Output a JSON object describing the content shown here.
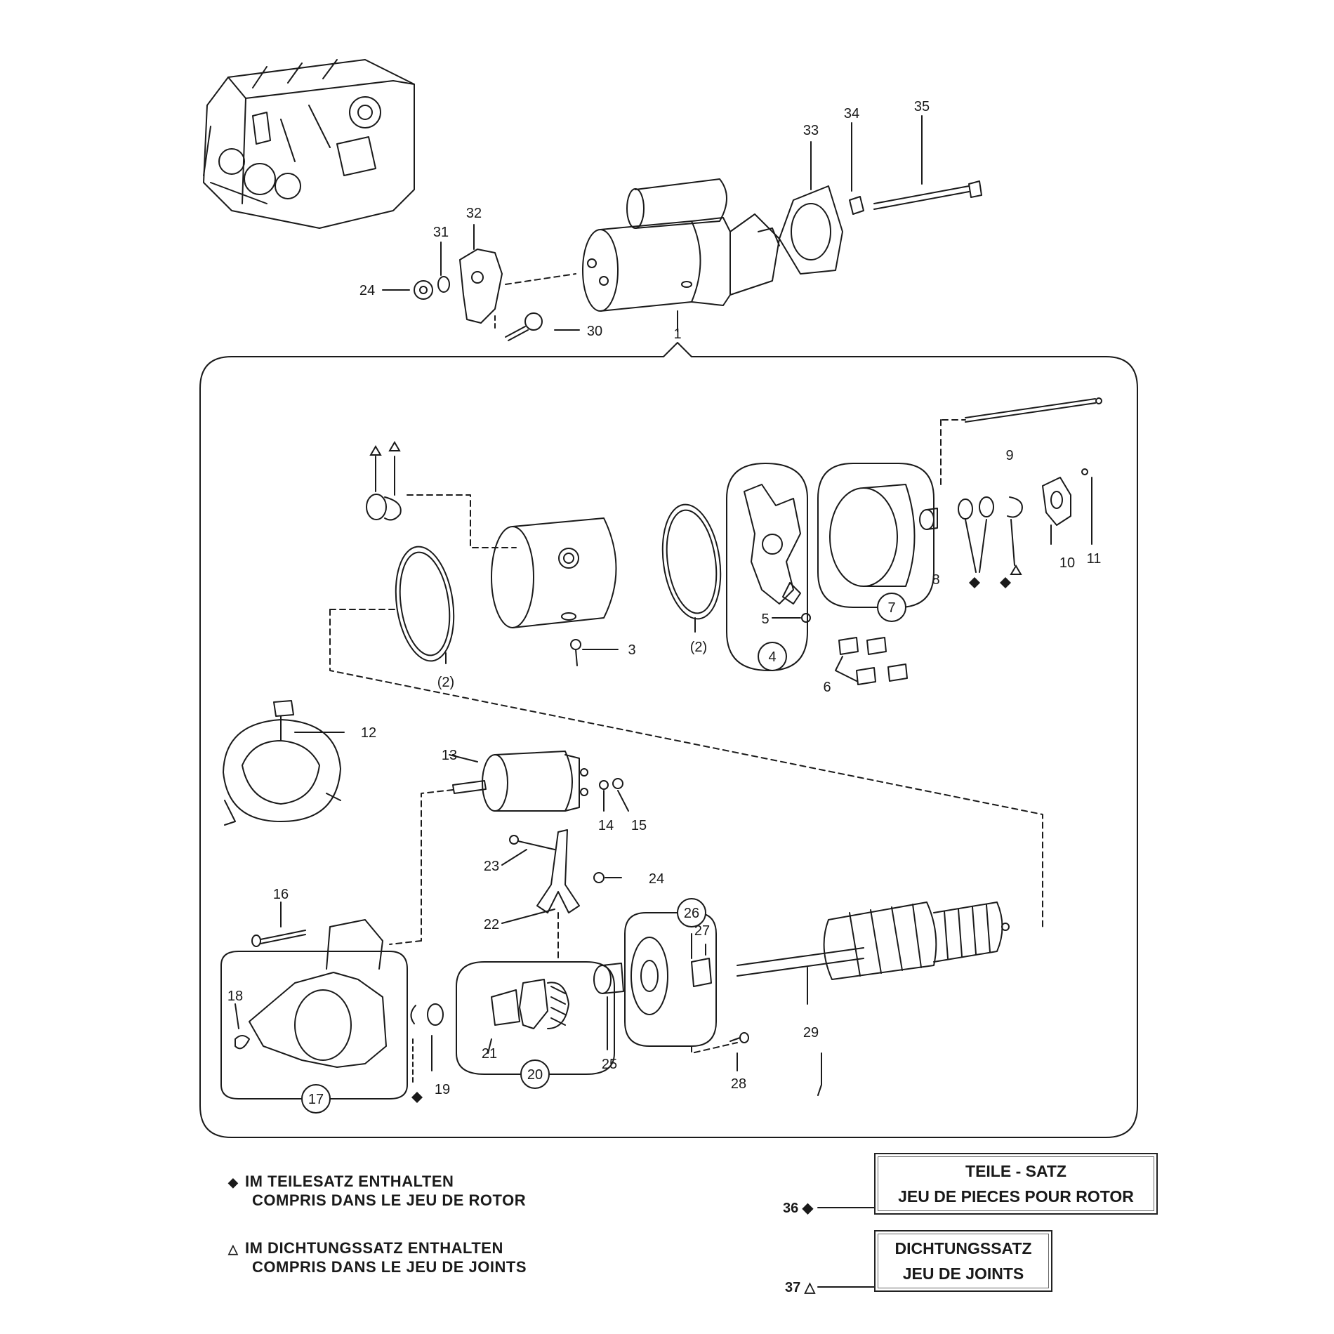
{
  "parts": {
    "p1": "1",
    "p2a": "(2)",
    "p2b": "(2)",
    "p3": "3",
    "p4": "4",
    "p5": "5",
    "p6": "6",
    "p7": "7",
    "p8": "8",
    "p9": "9",
    "p10": "10",
    "p11": "11",
    "p12": "12",
    "p13": "13",
    "p14": "14",
    "p15": "15",
    "p16": "16",
    "p17": "17",
    "p18": "18",
    "p19": "19",
    "p20": "20",
    "p21": "21",
    "p22": "22",
    "p23": "23",
    "p24a": "24",
    "p24b": "24",
    "p25": "25",
    "p26": "26",
    "p27": "27",
    "p28": "28",
    "p29": "29",
    "p30": "30",
    "p31": "31",
    "p32": "32",
    "p33": "33",
    "p34": "34",
    "p35": "35"
  },
  "legend": {
    "rotor_kit": {
      "symbol": "◆",
      "line1": "IM TEILESATZ ENTHALTEN",
      "line2": "COMPRIS DANS LE JEU DE ROTOR"
    },
    "gasket_kit": {
      "symbol": "△",
      "line1": "IM DICHTUNGSSATZ ENTHALTEN",
      "line2": "COMPRIS DANS LE JEU DE JOINTS"
    }
  },
  "kits": {
    "k36": {
      "label": "36 ◆",
      "title": "TEILE - SATZ",
      "subtitle": "JEU DE PIECES POUR ROTOR"
    },
    "k37": {
      "label": "37 △",
      "title": "DICHTUNGSSATZ",
      "subtitle": "JEU DE JOINTS"
    }
  },
  "colors": {
    "line": "#1a1a1a",
    "background": "#ffffff"
  }
}
